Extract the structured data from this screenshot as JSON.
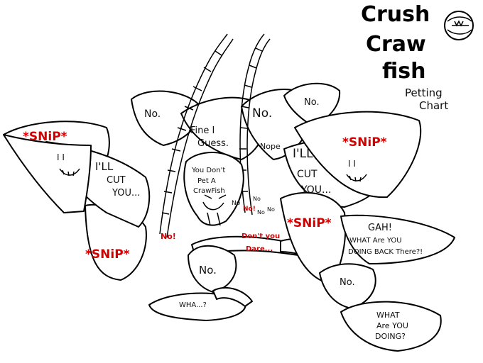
{
  "title": {
    "line1": "Crush",
    "line2": "Craw",
    "line3": "fish",
    "subtitle_line1": "Petting",
    "subtitle_line2": "Chart"
  },
  "labels": {
    "snip": "*SNiP*",
    "ill_cut_you_l1": "I'LL",
    "ill_cut_you_l2": "CUT",
    "ill_cut_you_l3": "YOU...",
    "face_eyes": "I  I",
    "no": "No.",
    "no_red": "No!",
    "no_small": "No",
    "nope": "Nope",
    "fine_l1": "Fine I",
    "fine_l2": "Guess.",
    "dont_pet_l1": "You Don't",
    "dont_pet_l2": "Pet A",
    "dont_pet_l3": "CrawFish",
    "dont_dare_l1": "Don't you",
    "dont_dare_l2": "Dare...",
    "gah_l1": "GAH!",
    "gah_l2": "WHAT Are YOU",
    "gah_l3": "DOING BACK There?!",
    "wha": "WHA...?",
    "what_doing_l1": "WHAT",
    "what_doing_l2": "Are YOU",
    "what_doing_l3": "DOING?"
  },
  "colors": {
    "ink": "#000000",
    "accent_red": "#d40000",
    "paper": "#ffffff"
  }
}
